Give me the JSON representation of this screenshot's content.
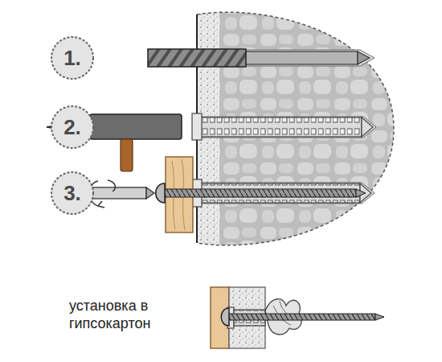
{
  "diagram": {
    "nodes": [
      {
        "text": [
          "1."
        ]
      },
      {
        "text": [
          "2."
        ]
      },
      {
        "text": [
          "3."
        ]
      }
    ],
    "labels": [
      "установка в гипсокартон"
    ]
  }
}
